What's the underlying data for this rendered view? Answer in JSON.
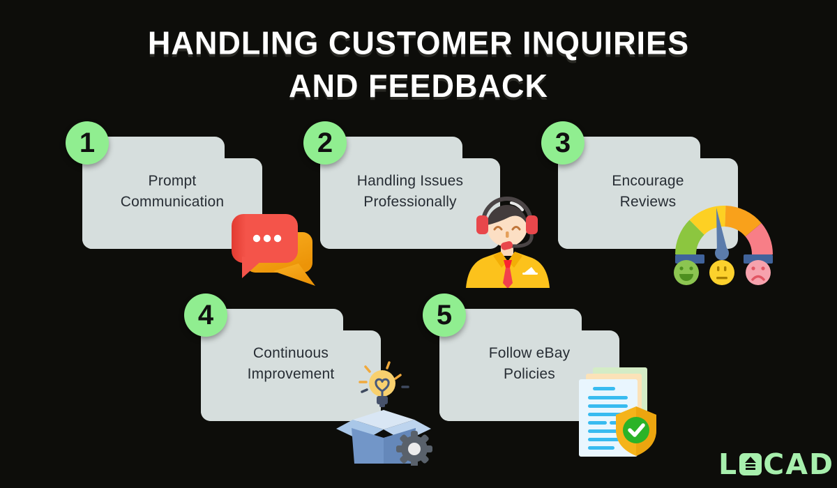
{
  "title": {
    "line1": "HANDLING CUSTOMER INQUIRIES",
    "line2": "AND FEEDBACK"
  },
  "steps": [
    {
      "number": "1",
      "label": [
        "Prompt",
        "Communication"
      ],
      "icon": "chat-bubbles-icon"
    },
    {
      "number": "2",
      "label": [
        "Handling Issues",
        "Professionally"
      ],
      "icon": "support-agent-icon"
    },
    {
      "number": "3",
      "label": [
        "Encourage",
        "Reviews"
      ],
      "icon": "satisfaction-gauge-icon"
    },
    {
      "number": "4",
      "label": [
        "Continuous",
        "Improvement"
      ],
      "icon": "idea-box-icon"
    },
    {
      "number": "5",
      "label": [
        "Follow eBay",
        "Policies"
      ],
      "icon": "policy-shield-icon"
    }
  ],
  "brand": {
    "name": "LOCAD",
    "prefix": "L",
    "suffix": "CAD"
  },
  "colors": {
    "background": "#0d0d0a",
    "card": "#d6dedd",
    "number_badge": "#90ee90",
    "title_text": "#ffffff",
    "card_text": "#272d34",
    "brand_green": "#a7efad",
    "chat_red": "#f4544a",
    "chat_yellow": "#f7a81b",
    "gauge_green": "#8cc63f",
    "gauge_yellow": "#fdd023",
    "gauge_orange": "#f9a11b",
    "gauge_pink": "#f87e87",
    "shield_gold": "#f5b31a",
    "check_green": "#2ab327"
  }
}
